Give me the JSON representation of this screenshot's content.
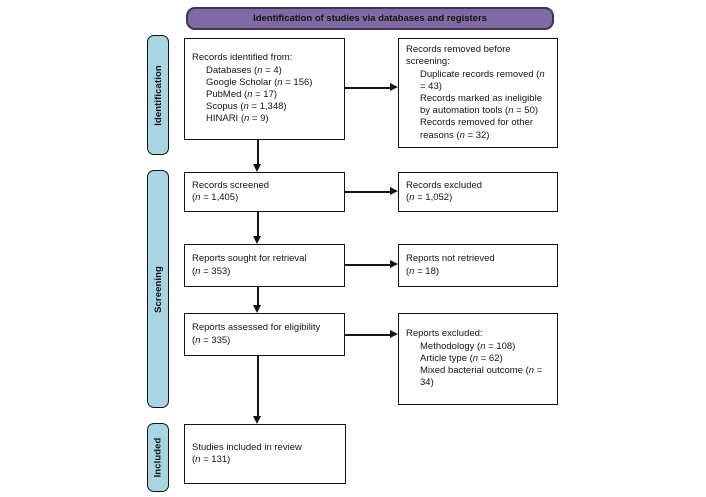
{
  "colors": {
    "banner-bg": "#7e6ba3",
    "banner-border": "#3f3456",
    "stage-bg": "#a9d5e3"
  },
  "banner": {
    "title": "Identification of studies via databases and registers"
  },
  "symbols": {
    "n": "n"
  },
  "stages": {
    "identification": {
      "label": "Identification"
    },
    "screening": {
      "label": "Screening"
    },
    "included": {
      "label": "Included"
    }
  },
  "boxes": {
    "records_identified": {
      "intro": "Records identified from:",
      "items": [
        {
          "pre": "Databases (",
          "post": " = 4)"
        },
        {
          "pre": "Google Scholar (",
          "post": " = 156)"
        },
        {
          "pre": "PubMed (",
          "post": " = 17)"
        },
        {
          "pre": "Scopus (",
          "post": " = 1,348)"
        },
        {
          "pre": "HINARI (",
          "post": " = 9)"
        }
      ]
    },
    "records_removed": {
      "intro": "Records removed before screening:",
      "items": [
        {
          "pre": "Duplicate records removed (",
          "post": " = 43)"
        },
        {
          "pre": "Records marked as ineligible by automation tools (",
          "post": " = 50)"
        },
        {
          "pre": "Records removed for other reasons (",
          "post": " = 32)"
        }
      ]
    },
    "records_screened": {
      "title": "Records screened",
      "pre": "(",
      "post": " = 1,405)"
    },
    "records_excluded": {
      "title": "Records excluded",
      "pre": "(",
      "post": " = 1,052)"
    },
    "reports_sought": {
      "title": "Reports sought for retrieval",
      "pre": "(",
      "post": " = 353)"
    },
    "reports_not_retrieved": {
      "title": "Reports not retrieved",
      "pre": "(",
      "post": " = 18)"
    },
    "reports_assessed": {
      "title": "Reports assessed for eligibility",
      "pre": "(",
      "post": " = 335)"
    },
    "reports_excluded": {
      "intro": "Reports excluded:",
      "items": [
        {
          "pre": "Methodology (",
          "post": " = 108)"
        },
        {
          "pre": "Article type (",
          "post": " = 62)"
        },
        {
          "pre": "Mixed bacterial outcome (",
          "post": " = 34)"
        }
      ]
    },
    "studies_included": {
      "title": "Studies included in review",
      "pre": "(",
      "post": " = 131)"
    }
  }
}
